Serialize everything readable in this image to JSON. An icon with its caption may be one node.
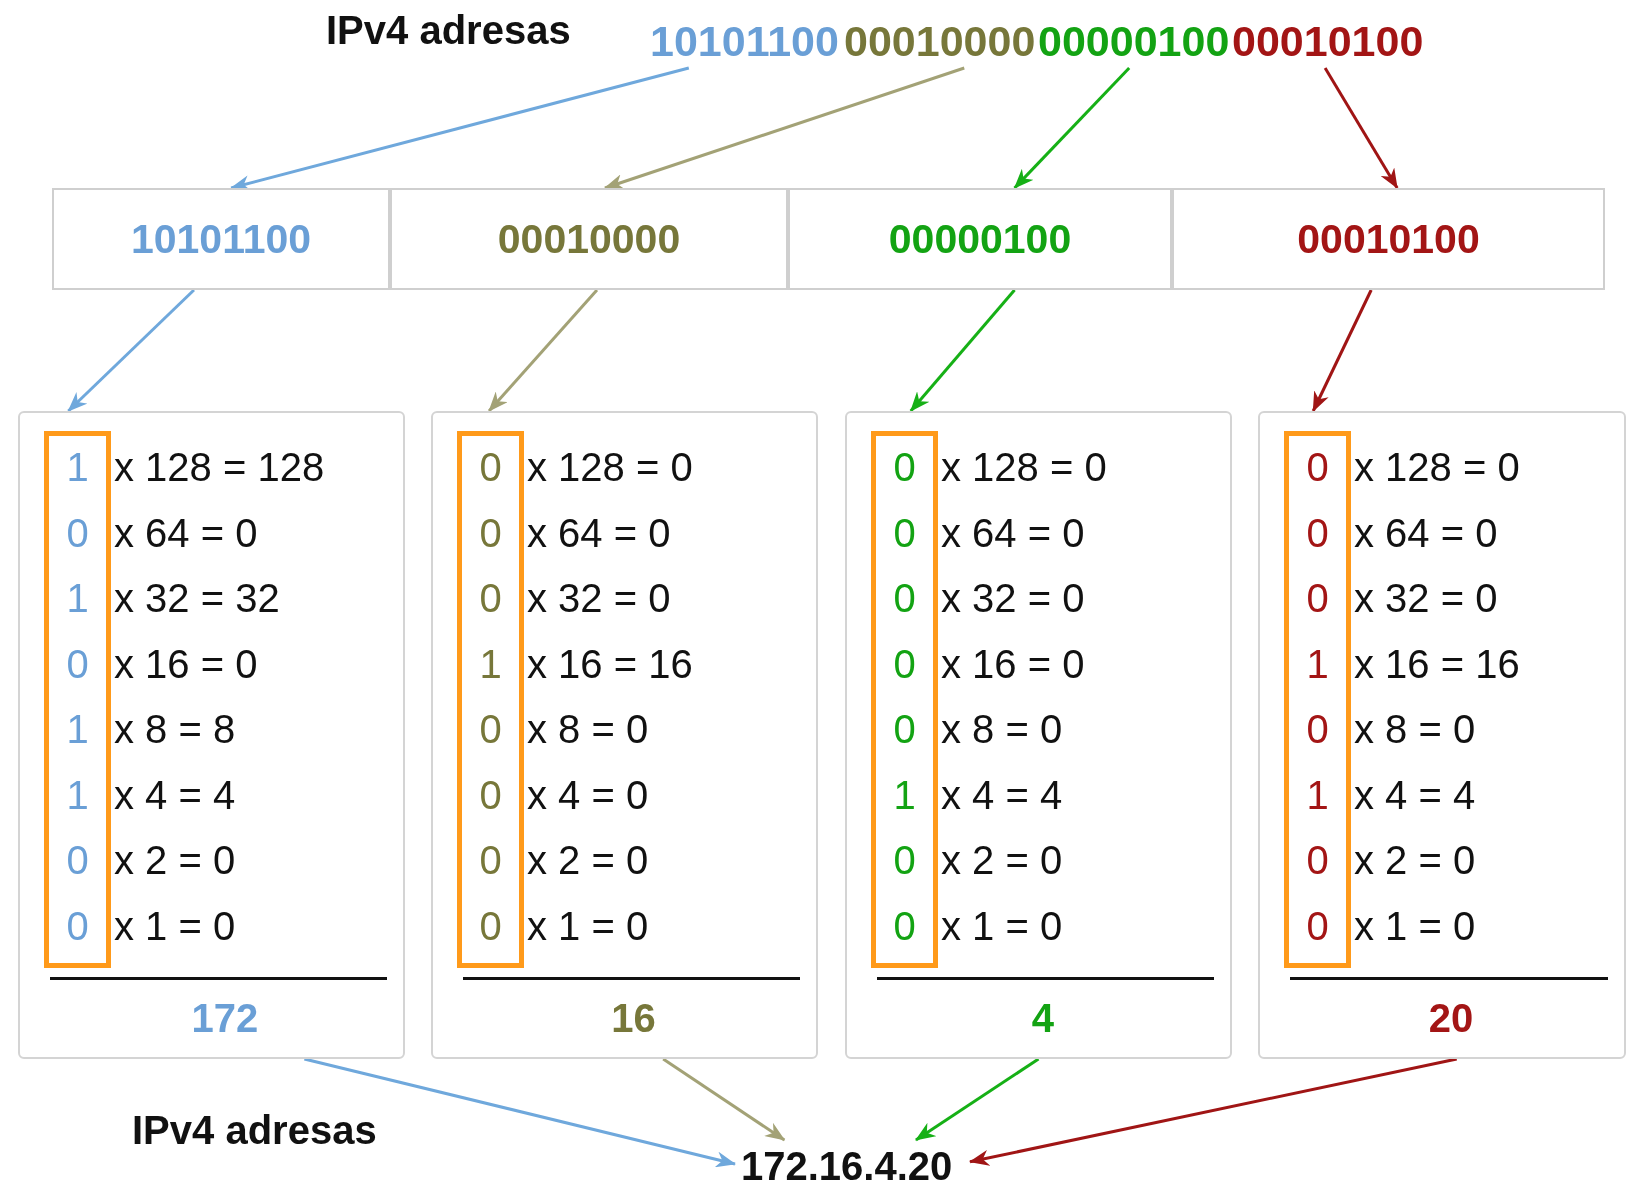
{
  "diagram": {
    "nodes": [
      {
        "text": [
          "10101100"
        ]
      },
      {
        "text": [
          "00010000"
        ]
      },
      {
        "text": [
          "00000100"
        ]
      },
      {
        "text": [
          "00010100"
        ]
      },
      {
        "text": [
          "10101100"
        ]
      },
      {
        "text": [
          "00010000"
        ]
      },
      {
        "text": [
          "00000100"
        ]
      },
      {
        "text": [
          "00010100"
        ]
      },
      {
        "text": [
          "x 128 = 128",
          "x 64 = 0",
          "x 32 = 32",
          "x 16 = 0",
          "x 8 = 8",
          "x 4 = 4",
          "x 2 = 0",
          "x 1 = 0",
          "172"
        ]
      },
      {
        "text": [
          "1",
          "0",
          "1",
          "0",
          "1",
          "1",
          "0",
          "0"
        ],
        "in": 8
      },
      {
        "text": [
          "x 128 = 0",
          "x 64 = 0",
          "x 32 = 0",
          "x 16 = 16",
          "x 8 = 0",
          "x 4 = 0",
          "x 2 = 0",
          "x 1 = 0",
          "16"
        ]
      },
      {
        "text": [
          "0",
          "0",
          "0",
          "1",
          "0",
          "0",
          "0",
          "0"
        ],
        "in": 10
      },
      {
        "text": [
          "x 128 = 0",
          "x 64 = 0",
          "x 32 = 0",
          "x 16 = 0",
          "x 8 = 0",
          "x 4 = 4",
          "x 2 = 0",
          "x 1 = 0",
          "4"
        ]
      },
      {
        "text": [
          "0",
          "0",
          "0",
          "0",
          "0",
          "1",
          "0",
          "0"
        ],
        "in": 12
      },
      {
        "text": [
          "x 128 = 0",
          "x 64 = 0",
          "x 32 = 0",
          "x 16 = 16",
          "x 8 = 0",
          "x 4 = 4",
          "x 2 = 0",
          "x 1 = 0",
          "20"
        ]
      },
      {
        "text": [
          "0",
          "0",
          "0",
          "1",
          "0",
          "1",
          "0",
          "0"
        ],
        "in": 14
      },
      {
        "text": [
          "172.16.4.20"
        ]
      }
    ],
    "edges": [
      {
        "from": 0,
        "to": 4,
        "arrow": "to",
        "color": "#6fa8dc"
      },
      {
        "from": 1,
        "to": 5,
        "arrow": "to",
        "color": "#a3a276"
      },
      {
        "from": 2,
        "to": 6,
        "arrow": "to",
        "color": "#16b016"
      },
      {
        "from": 3,
        "to": 7,
        "arrow": "to",
        "color": "#a01515"
      },
      {
        "from": 4,
        "to": 8,
        "arrow": "to",
        "color": "#6fa8dc"
      },
      {
        "from": 5,
        "to": 10,
        "arrow": "to",
        "color": "#a3a276"
      },
      {
        "from": 6,
        "to": 12,
        "arrow": "to",
        "color": "#16b016"
      },
      {
        "from": 7,
        "to": 14,
        "arrow": "to",
        "color": "#a01515"
      },
      {
        "from": 8,
        "to": 16,
        "arrow": "to",
        "color": "#6fa8dc"
      },
      {
        "from": 10,
        "to": 16,
        "arrow": "to",
        "color": "#a3a276"
      },
      {
        "from": 12,
        "to": 16,
        "arrow": "to",
        "color": "#16b016"
      },
      {
        "from": 14,
        "to": 16,
        "arrow": "to",
        "color": "#a01515"
      }
    ],
    "labels": [
      "IPv4 adresas",
      "IPv4 adresas"
    ]
  }
}
